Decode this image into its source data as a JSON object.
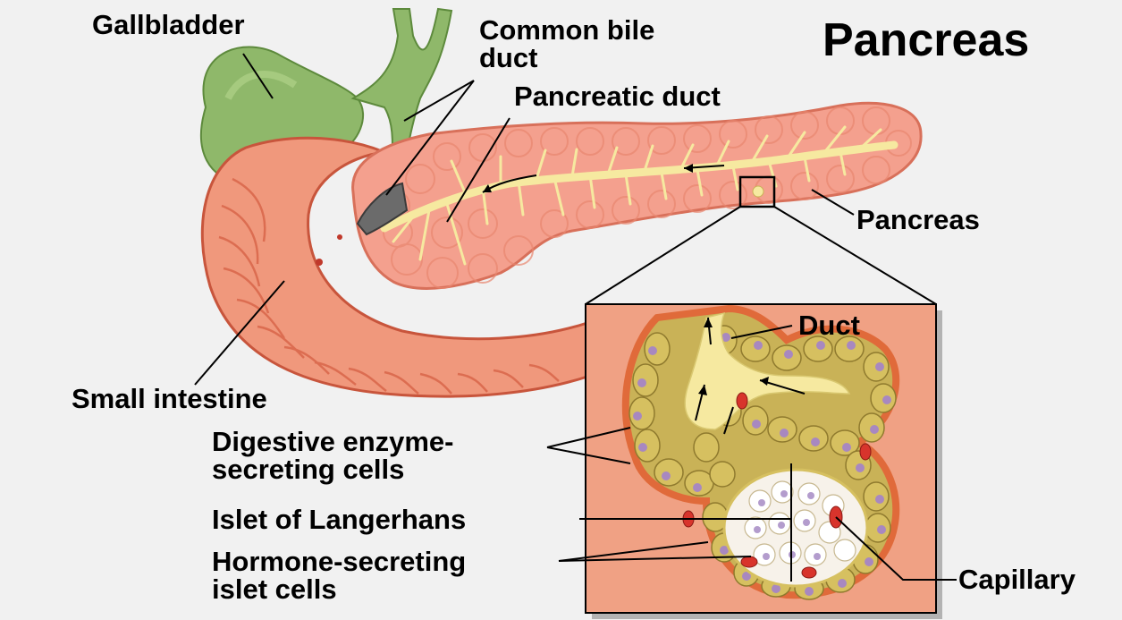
{
  "title": "Pancreas",
  "labels": {
    "gallbladder": "Gallbladder",
    "common_bile_duct": [
      "Common bile",
      "duct"
    ],
    "pancreatic_duct": "Pancreatic duct",
    "pancreas": "Pancreas",
    "small_intestine": "Small intestine",
    "duct": "Duct",
    "digestive_cells": [
      "Digestive enzyme-",
      "secreting cells"
    ],
    "islet": "Islet of Langerhans",
    "hormone_cells": [
      "Hormone-secreting",
      "islet cells"
    ],
    "capillary": "Capillary"
  },
  "colors": {
    "background": "#f1f1f1",
    "gallbladder": "#8fb86a",
    "intestine": "#f0987c",
    "pancreas": "#f4a08e",
    "duct": "#f6e9a0",
    "inset_bg": "#f0a184",
    "acinar_cells": "#c9b257",
    "islet_cells": "#f7f2ea",
    "nucleus": "#a888c0",
    "capillary": "#d8342c"
  }
}
